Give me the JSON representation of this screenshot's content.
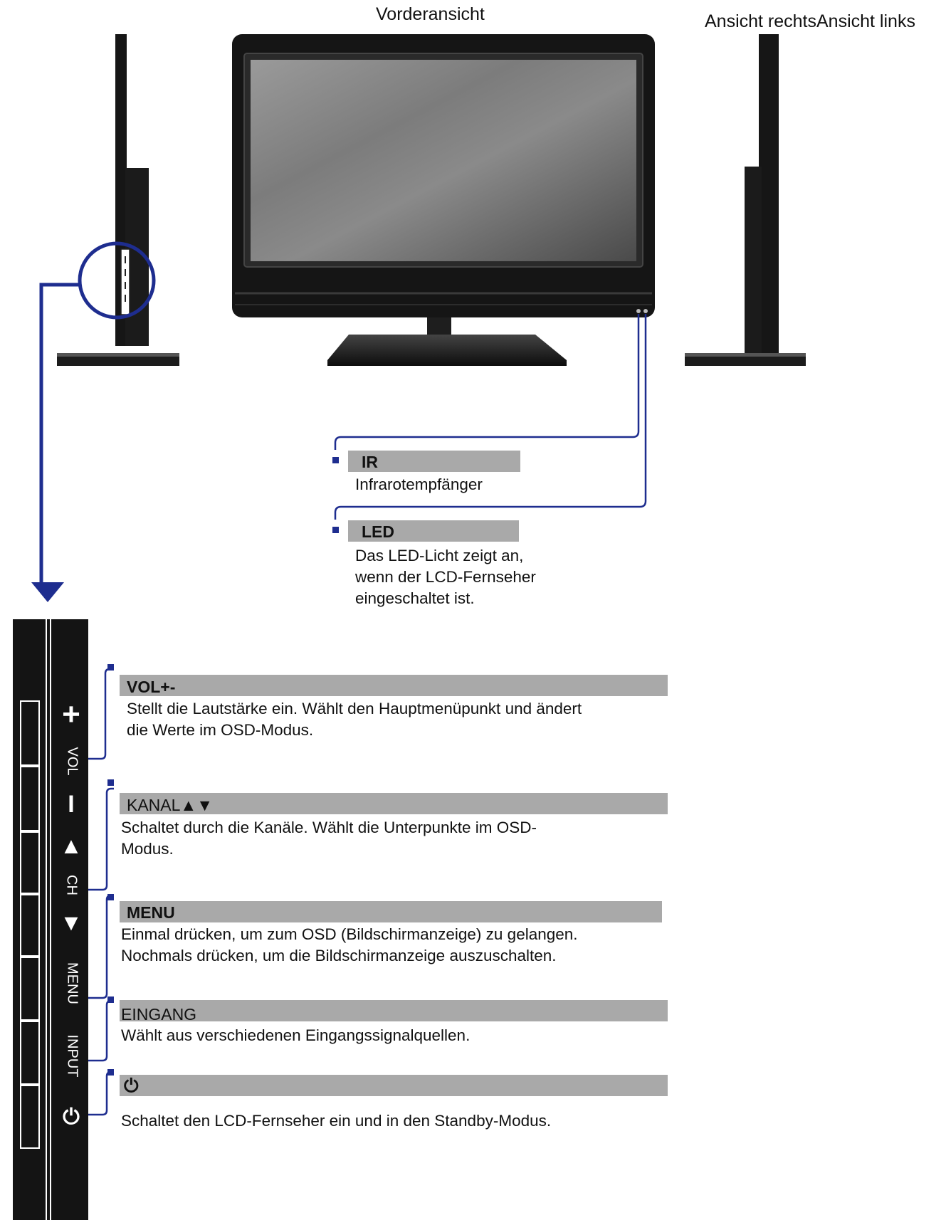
{
  "views": {
    "front": "Vorderansicht",
    "right_left": "Ansicht rechtsAnsicht links"
  },
  "callouts": [
    {
      "key": "ir",
      "title": "IR",
      "lines": [
        "Infrarotempfänger"
      ]
    },
    {
      "key": "led",
      "title": "LED",
      "lines": [
        "Das LED-Licht zeigt an,",
        "wenn der LCD-Fernseher",
        "eingeschaltet ist."
      ]
    }
  ],
  "panel_labels": {
    "plus": "+",
    "vol": "VOL",
    "minus": "I",
    "up": "▲",
    "ch": "CH",
    "down": "▼",
    "menu": "MENU",
    "input": "INPUT",
    "power": "⏻"
  },
  "buttons": [
    {
      "key": "vol",
      "title": "VOL+-",
      "bold": true,
      "lines": [
        "Stellt die Lautstärke ein. Wählt den Hauptmenüpunkt und ändert",
        "die Werte im OSD-Modus."
      ]
    },
    {
      "key": "kanal",
      "title": "KANAL▲▼",
      "bold": false,
      "lines": [
        "Schaltet durch die Kanäle. Wählt die Unterpunkte im OSD-",
        "Modus."
      ]
    },
    {
      "key": "menu",
      "title": "MENU",
      "bold": true,
      "lines": [
        "Einmal drücken, um zum OSD (Bildschirmanzeige) zu gelangen.",
        "Nochmals drücken, um die Bildschirmanzeige auszuschalten."
      ]
    },
    {
      "key": "eingang",
      "title": "EINGANG",
      "bold": false,
      "lines": [
        "Wählt aus verschiedenen Eingangssignalquellen."
      ]
    },
    {
      "key": "power",
      "title": "⏻",
      "bold": true,
      "lines": [
        "Schaltet den LCD-Fernseher ein und in den Standby-Modus."
      ]
    }
  ],
  "colors": {
    "accent": "#1e2d8f",
    "bar": "#a9a9a9",
    "device": "#141414"
  }
}
